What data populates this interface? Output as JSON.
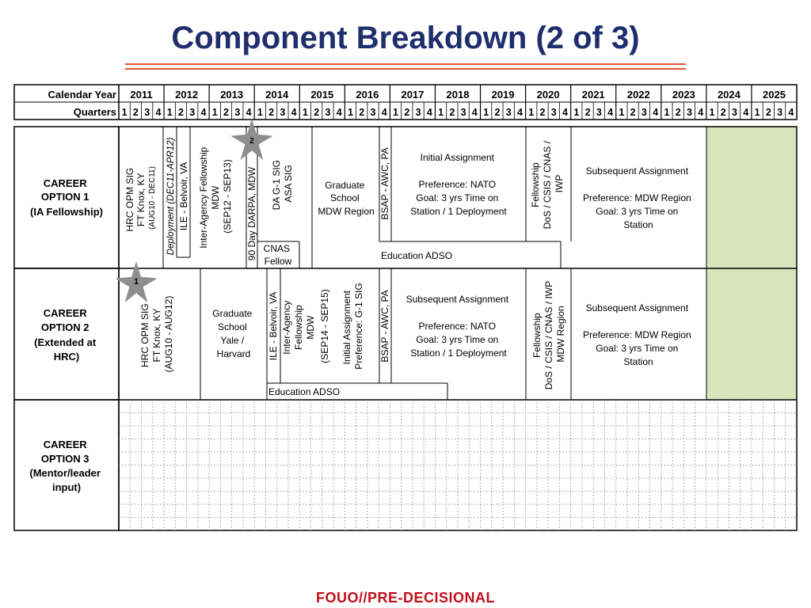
{
  "title": "Component Breakdown (2 of 3)",
  "footer": "FOUO//PRE-DECISIONAL",
  "header": {
    "calendar_year_label": "Calendar Year",
    "quarters_label": "Quarters",
    "years": [
      "2011",
      "2012",
      "2013",
      "2014",
      "2015",
      "2016",
      "2017",
      "2018",
      "2019",
      "2020",
      "2021",
      "2022",
      "2023",
      "2024",
      "2025"
    ],
    "quarters": [
      "1",
      "2",
      "3",
      "4"
    ]
  },
  "options": [
    {
      "lines": [
        "CAREER",
        "OPTION 1",
        "(IA Fellowship)"
      ]
    },
    {
      "lines": [
        "CAREER",
        "OPTION 2",
        "(Extended at",
        "HRC)"
      ]
    },
    {
      "lines": [
        "CAREER",
        "OPTION 3",
        "(Mentor/leader",
        "input)"
      ]
    }
  ],
  "option1": {
    "hrc": [
      "HRC OPM SIG",
      "FT Knox, KY",
      "(AUG10 - DEC11)"
    ],
    "deployment": "Deployment (DEC11-APR12)",
    "ile": "ILE - Belvoir, VA",
    "interagency": [
      "Inter-Agency Fellowship",
      "MDW",
      "(SEP12 - SEP13)"
    ],
    "darpa": "90 Day DARPA, MDW",
    "star_label": "2",
    "da_g1": [
      "DA G-1 SIG",
      "ASA SIG"
    ],
    "cnas": [
      "CNAS",
      "Fellow"
    ],
    "grad": [
      "Graduate",
      "School",
      "MDW Region"
    ],
    "bsap": "BSAP - AWC, PA",
    "education": "Education ADSO",
    "initial": [
      "Initial Assignment",
      "",
      "Preference: NATO",
      "Goal: 3 yrs Time on",
      "Station / 1 Deployment"
    ],
    "fellowship": [
      "Fellowship",
      "DoS / CSIS / CNAS /",
      "IWP"
    ],
    "subsequent": [
      "Subsequent Assignment",
      "",
      "Preference: MDW Region",
      "Goal: 3 yrs Time on",
      "Station"
    ]
  },
  "option2": {
    "star_label": "1",
    "hrc": [
      "HRC OPM SIG",
      "FT Knox, KY",
      "(AUG10 - AUG12)"
    ],
    "grad": [
      "Graduate",
      "School",
      "Yale /",
      "Harvard"
    ],
    "ile": "ILE - Belvoir, VA",
    "interagency": [
      "Inter-Agency",
      "Fellowship",
      "MDW",
      "(SEP14 - SEP15)"
    ],
    "initial": [
      "Initial Assignment",
      "Preference: G-1 SIG"
    ],
    "bsap": "BSAP - AWC, PA",
    "education": "Education ADSO",
    "subsequent1": [
      "Subsequent Assignment",
      "",
      "Preference: NATO",
      "Goal: 3 yrs Time on",
      "Station / 1 Deployment"
    ],
    "fellowship": [
      "Fellowship",
      "DoS / CSIS / CNAS / IWP",
      "MDW Region"
    ],
    "subsequent2": [
      "Subsequent Assignment",
      "",
      "Preference: MDW Region",
      "Goal: 3 yrs Time on",
      "Station"
    ]
  },
  "colors": {
    "title": "#1f2f6e",
    "rule": "#e2572f",
    "footer": "#c0101a",
    "green_fill": "#d8e4bc",
    "star": "#8e8e8e",
    "grid_dotted": "#9a9a9a"
  }
}
